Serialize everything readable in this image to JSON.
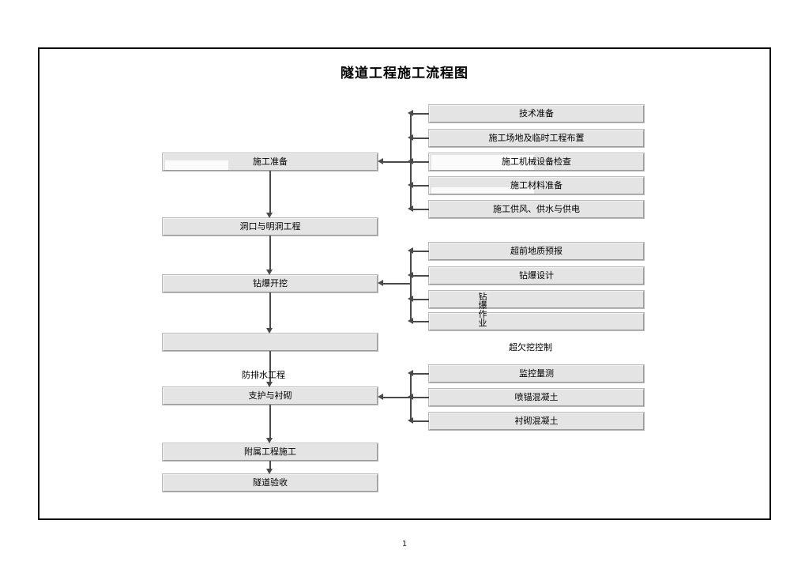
{
  "document": {
    "title": "隧道工程施工流程图",
    "page_number": "1",
    "border_color": "#000000",
    "box_fill_color": "#e4e4e4",
    "connector_color": "#4a4a4a"
  },
  "main_flow": [
    {
      "id": "prep",
      "label": "施工准备"
    },
    {
      "id": "portal",
      "label": "洞口与明洞工程"
    },
    {
      "id": "drill-blast",
      "label": "钻爆开挖"
    },
    {
      "id": "waterproof",
      "label": ""
    },
    {
      "id": "support",
      "label": "支护与衬砌"
    },
    {
      "id": "ancillary",
      "label": "附属工程施工"
    },
    {
      "id": "acceptance",
      "label": "隧道验收"
    }
  ],
  "floating_labels": [
    {
      "id": "waterproof-engineering",
      "label": "防排水工程"
    },
    {
      "id": "overbreak-control",
      "label": "超欠挖控制"
    }
  ],
  "branch_group_prep": {
    "parent": "施工准备",
    "items": [
      "技术准备",
      "施工场地及临时工程布置",
      "施工机械设备检查",
      "施工材料准备",
      "施工供风、供水与供电"
    ]
  },
  "branch_group_excavation": {
    "parent": "钻爆开挖",
    "items": [
      "超前地质预报",
      "钻爆设计",
      "",
      ""
    ],
    "overflow_label": "钻爆作业",
    "overflow_chars": [
      "钻",
      "爆",
      "作",
      "业"
    ]
  },
  "branch_group_support": {
    "parent": "支护与衬砌",
    "items": [
      "监控量测",
      "喷锚混凝土",
      "衬砌混凝土"
    ]
  }
}
